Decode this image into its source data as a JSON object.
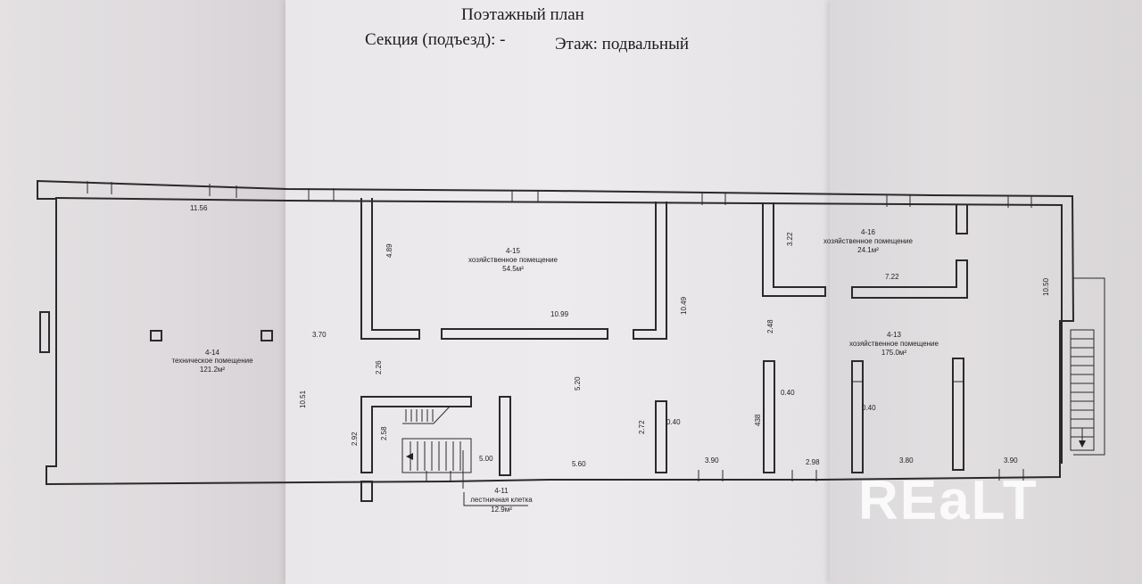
{
  "header": {
    "title": "Поэтажный план",
    "section": "Секция (подъезд): -",
    "floor": "Этаж: подвальный"
  },
  "rooms": [
    {
      "id": "4-14",
      "name": "техническое помещение",
      "area": "121.2м²"
    },
    {
      "id": "4-15",
      "name": "хозяйственное помещение",
      "area": "54.5м²"
    },
    {
      "id": "4-16",
      "name": "хозяйственное помещение",
      "area": "24.1м²"
    },
    {
      "id": "4-13",
      "name": "хозяйственное помещение",
      "area": "175.0м²"
    },
    {
      "id": "4-11",
      "name": "лестничная клетка",
      "area": "12.9м²"
    }
  ],
  "dimensions": [
    "11.56",
    "4.89",
    "10.99",
    "3.70",
    "2.26",
    "10.51",
    "2.92",
    "2.58",
    "5.00",
    "5.60",
    "5.20",
    "2.72",
    "0.40",
    "3.90",
    "10.49",
    "2.48",
    "0.40",
    "438",
    "3.22",
    "7.22",
    "0.40",
    "2.98",
    "3.80",
    "3.90",
    "10.50"
  ],
  "watermark": "REaLT"
}
